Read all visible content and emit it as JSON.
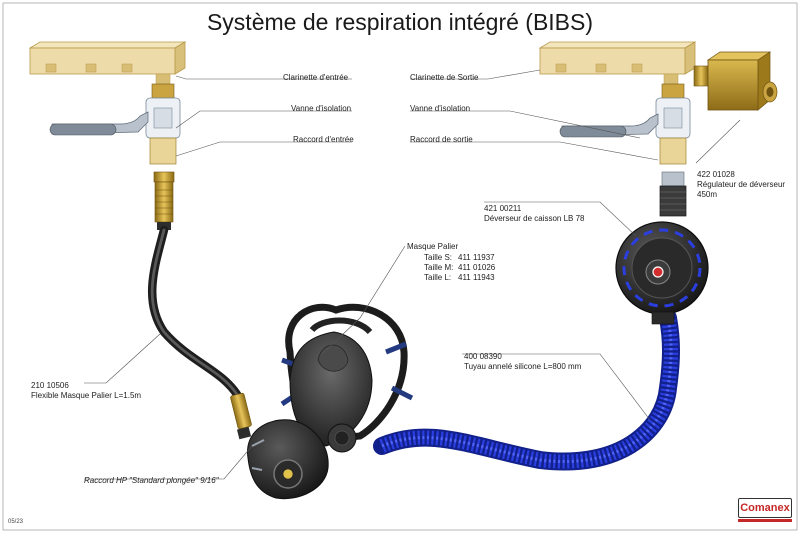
{
  "title": "Système de respiration intégré (BIBS)",
  "left_side": {
    "inlet_manifold": "Clarinette d'entrée",
    "isolation_valve": "Vanne d'isolation",
    "inlet_fitting": "Raccord d'entrée"
  },
  "right_side": {
    "outlet_manifold": "Clarinette de Sortie",
    "isolation_valve": "Vanne d'isolation",
    "outlet_fitting": "Raccord de sortie"
  },
  "relief_regulator": {
    "ref": "422 01028",
    "name": "Régulateur de déverseur",
    "pressure": "450m"
  },
  "dump_valve": {
    "ref": "421 00211",
    "name": "Déverseur de caisson LB 78"
  },
  "mask": {
    "label": "Masque Palier",
    "sizes": [
      {
        "size": "Taille S:",
        "ref": "411 11937"
      },
      {
        "size": "Taille M:",
        "ref": "411 01026"
      },
      {
        "size": "Taille L:",
        "ref": "411 11943"
      }
    ]
  },
  "hose": {
    "ref": "210 10506",
    "name": "Flexible Masque Palier L=1.5m"
  },
  "silicone_hose": {
    "ref": "400 08390",
    "name": "Tuyau annelé silicone L=800 mm"
  },
  "hp_fitting": "Raccord HP \"Standard plongée\"  9/16\"",
  "brand": "Comanex",
  "revision": "05/23",
  "colors": {
    "brass": "#c9a441",
    "manifold": "#e9d49c",
    "hose_blue": "#1f2fc4",
    "hose_black": "#3a3a3a",
    "brand_red": "#c62828"
  }
}
